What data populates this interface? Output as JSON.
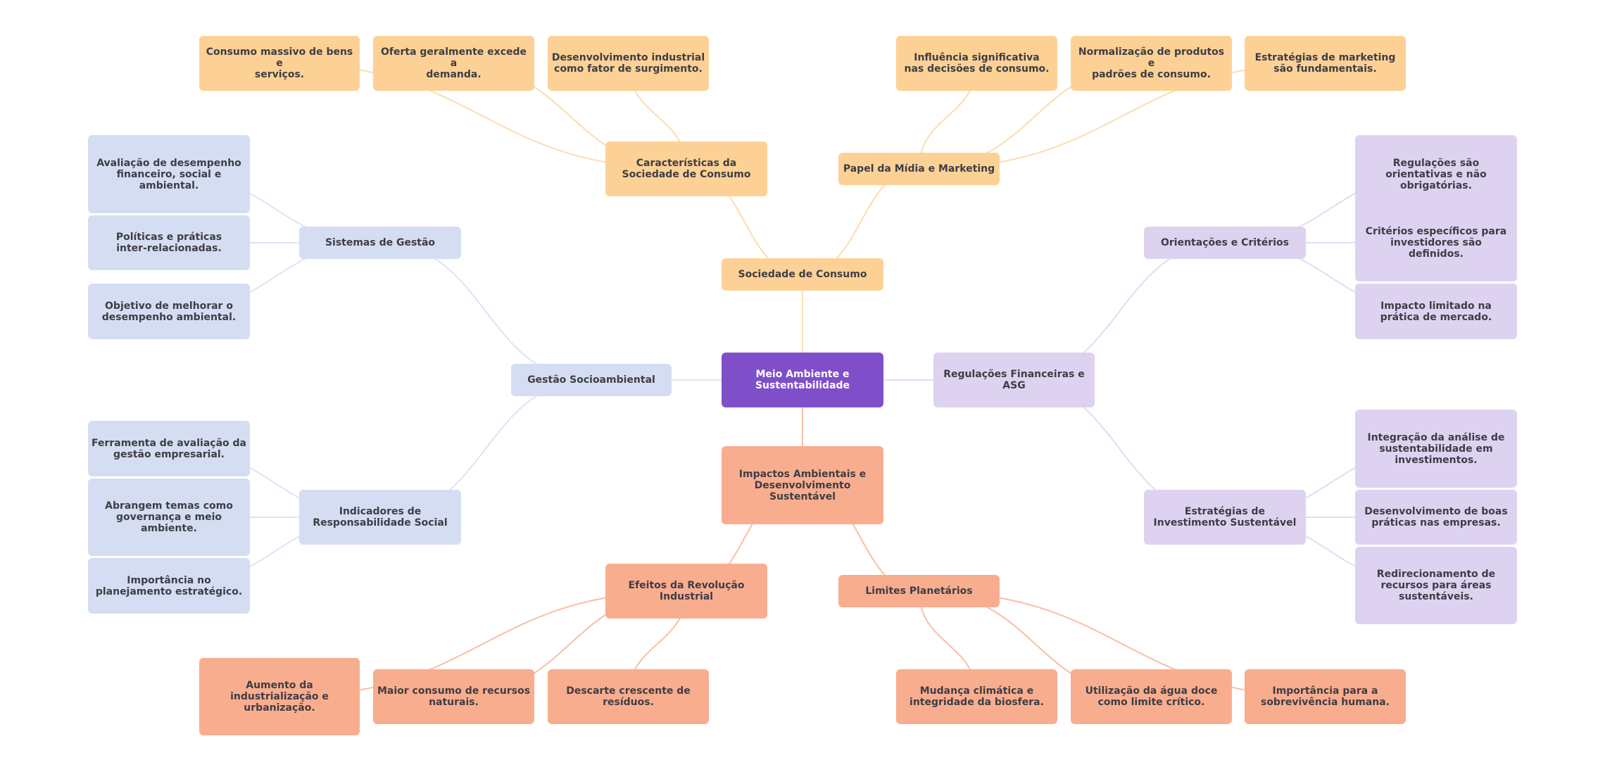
{
  "title": "Meio Ambiente e Sustentabilidade",
  "colors": {
    "root": "#7f4fca",
    "orange": "#fdd195",
    "orange_edge": "#fddcb0",
    "blue": "#d5ddf2",
    "blue_edge": "#dde4f5",
    "purple": "#ddd3f0",
    "purple_edge": "#e3dbf5",
    "salmon": "#f9ad8f",
    "salmon_edge": "#f9bfa5",
    "text": "#3d3d45",
    "root_text": "#ffffff"
  },
  "nodes": [
    {
      "id": "root",
      "text": "Meio Ambiente e\nSustentabilidade",
      "theme": "root",
      "parent": null
    },
    {
      "id": "soc",
      "text": "Sociedade de Consumo",
      "theme": "orange",
      "parent": "root"
    },
    {
      "id": "carac",
      "text": "Características da\nSociedade de Consumo",
      "theme": "orange",
      "parent": "soc"
    },
    {
      "id": "papel",
      "text": "Papel da Mídia e Marketing",
      "theme": "orange",
      "parent": "soc"
    },
    {
      "id": "consumo",
      "text": "Consumo massivo de bens e\nserviços.",
      "theme": "orange",
      "parent": "carac"
    },
    {
      "id": "oferta",
      "text": "Oferta geralmente excede a\ndemanda.",
      "theme": "orange",
      "parent": "carac"
    },
    {
      "id": "desind",
      "text": "Desenvolvimento industrial\ncomo fator de surgimento.",
      "theme": "orange",
      "parent": "carac"
    },
    {
      "id": "influ",
      "text": "Influência significativa\nnas decisões de consumo.",
      "theme": "orange",
      "parent": "papel"
    },
    {
      "id": "normal",
      "text": "Normalização de produtos e\npadrões de consumo.",
      "theme": "orange",
      "parent": "papel"
    },
    {
      "id": "estmkt",
      "text": "Estratégias de marketing\nsão fundamentais.",
      "theme": "orange",
      "parent": "papel"
    },
    {
      "id": "gestao",
      "text": "Gestão Socioambiental",
      "theme": "blue",
      "parent": "root"
    },
    {
      "id": "sist",
      "text": "Sistemas de Gestão",
      "theme": "blue",
      "parent": "gestao"
    },
    {
      "id": "indic",
      "text": "Indicadores de\nResponsabilidade Social",
      "theme": "blue",
      "parent": "gestao"
    },
    {
      "id": "aval",
      "text": "Avaliação de desempenho\nfinanceiro, social e\nambiental.",
      "theme": "blue",
      "parent": "sist"
    },
    {
      "id": "polit",
      "text": "Políticas e práticas\ninter-relacionadas.",
      "theme": "blue",
      "parent": "sist"
    },
    {
      "id": "objet",
      "text": "Objetivo de melhorar o\ndesempenho ambiental.",
      "theme": "blue",
      "parent": "sist"
    },
    {
      "id": "ferr",
      "text": "Ferramenta de avaliação da\ngestão empresarial.",
      "theme": "blue",
      "parent": "indic"
    },
    {
      "id": "abrang",
      "text": "Abrangem temas como\ngovernança e meio\nambiente.",
      "theme": "blue",
      "parent": "indic"
    },
    {
      "id": "impplan",
      "text": "Importância no\nplanejamento estratégico.",
      "theme": "blue",
      "parent": "indic"
    },
    {
      "id": "regfin",
      "text": "Regulações Financeiras e\nASG",
      "theme": "purple",
      "parent": "root"
    },
    {
      "id": "orient",
      "text": "Orientações e Critérios",
      "theme": "purple",
      "parent": "regfin"
    },
    {
      "id": "estinv",
      "text": "Estratégias de\nInvestimento Sustentável",
      "theme": "purple",
      "parent": "regfin"
    },
    {
      "id": "regsao",
      "text": "Regulações são\norientativas e não\nobrigatórias.",
      "theme": "purple",
      "parent": "orient"
    },
    {
      "id": "crit",
      "text": "Critérios específicos para\ninvestidores são\ndefinidos.",
      "theme": "purple",
      "parent": "orient"
    },
    {
      "id": "implim",
      "text": "Impacto limitado na\nprática de mercado.",
      "theme": "purple",
      "parent": "orient"
    },
    {
      "id": "integ",
      "text": "Integração da análise de\nsustentabilidade em\ninvestimentos.",
      "theme": "purple",
      "parent": "estinv"
    },
    {
      "id": "desboas",
      "text": "Desenvolvimento de boas\npráticas nas empresas.",
      "theme": "purple",
      "parent": "estinv"
    },
    {
      "id": "redir",
      "text": "Redirecionamento de\nrecursos para áreas\nsustentáveis.",
      "theme": "purple",
      "parent": "estinv"
    },
    {
      "id": "impact",
      "text": "Impactos Ambientais e\nDesenvolvimento\nSustentável",
      "theme": "salmon",
      "parent": "root"
    },
    {
      "id": "efeitos",
      "text": "Efeitos da Revolução\nIndustrial",
      "theme": "salmon",
      "parent": "impact"
    },
    {
      "id": "limites",
      "text": "Limites Planetários",
      "theme": "salmon",
      "parent": "impact"
    },
    {
      "id": "aumento",
      "text": "Aumento da\nindustrialização e\nurbanização.",
      "theme": "salmon",
      "parent": "efeitos"
    },
    {
      "id": "maior",
      "text": "Maior consumo de recursos\nnaturais.",
      "theme": "salmon",
      "parent": "efeitos"
    },
    {
      "id": "descarte",
      "text": "Descarte crescente de\nresíduos.",
      "theme": "salmon",
      "parent": "efeitos"
    },
    {
      "id": "mudanca",
      "text": "Mudança climática e\nintegridade da biosfera.",
      "theme": "salmon",
      "parent": "limites"
    },
    {
      "id": "agua",
      "text": "Utilização da água doce\ncomo limite crítico.",
      "theme": "salmon",
      "parent": "limites"
    },
    {
      "id": "sobrev",
      "text": "Importância para a\nsobrevivência humana.",
      "theme": "salmon",
      "parent": "limites"
    }
  ]
}
